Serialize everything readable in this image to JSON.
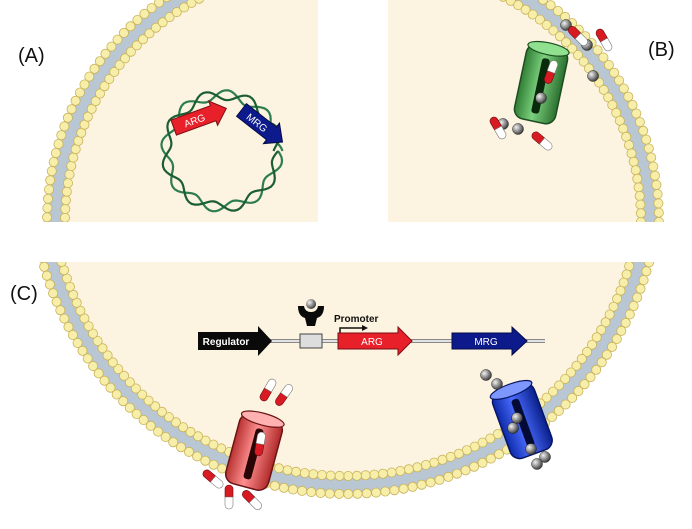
{
  "labels": {
    "panel_a": "(A)",
    "panel_b": "(B)",
    "panel_c": "(C)"
  },
  "plasmid": {
    "arg_label": "ARG",
    "mrg_label": "MRG"
  },
  "operon": {
    "regulator_label": "Regulator",
    "promoter_label": "Promoter",
    "arg_label": "ARG",
    "mrg_label": "MRG"
  },
  "colors": {
    "cytoplasm": "#fdf3e1",
    "lipid_head": "#f7eeaa",
    "lipid_head_stroke": "#c9b257",
    "lipid_tail": "#b9c6d4",
    "arg_red": "#e8202a",
    "mrg_blue": "#0c1a8c",
    "dna_green": "#2e7d4f",
    "pump_green": "#4caf50",
    "pump_red": "#e85a5a",
    "pump_blue": "#1d3fd6",
    "regulator_black": "#0a0a0a"
  },
  "icons": {
    "efflux_pump_b": "green-efflux-pump-icon",
    "efflux_pump_red": "red-efflux-pump-icon",
    "efflux_pump_blue": "blue-efflux-pump-icon",
    "antibiotic": "capsule-icon",
    "metal_ion": "metal-ion-sphere-icon",
    "regulator_protein": "regulator-protein-icon"
  }
}
